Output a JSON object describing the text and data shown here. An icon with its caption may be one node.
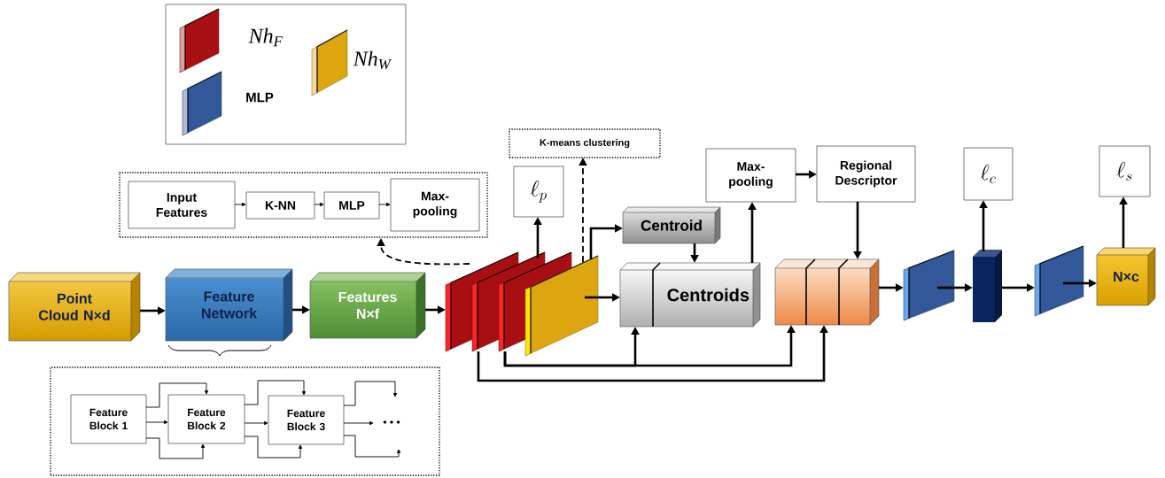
{
  "diagram": {
    "nodes": [
      {
        "text": [
          "Point Cloud N×d"
        ]
      },
      {
        "text": [
          "Feature Network"
        ]
      },
      {
        "text": [
          "Features N×f"
        ]
      },
      {
        "text": [],
        "shape": "box"
      },
      {
        "text": [],
        "shape": "box"
      },
      {
        "text": [],
        "shape": "box"
      },
      {
        "text": [],
        "shape": "box"
      },
      {
        "text": [
          "\\ell_{p}"
        ]
      },
      {
        "text": [
          "K-means clustering"
        ]
      },
      {
        "text": [],
        "shape": "box"
      },
      {
        "text": [
          "Input Features"
        ],
        "in": 9
      },
      {
        "text": [
          "K-NN"
        ],
        "in": 9
      },
      {
        "text": [
          "MLP"
        ],
        "in": 9
      },
      {
        "text": [
          "Max-pooling"
        ],
        "in": 9
      },
      {
        "text": [
          "Centroid"
        ]
      },
      {
        "text": [
          "Centroids"
        ]
      },
      {
        "text": [
          "Max-pooling"
        ]
      },
      {
        "text": [
          "Regional Descriptor"
        ]
      },
      {
        "text": [],
        "shape": "box"
      },
      {
        "text": [],
        "shape": "box"
      },
      {
        "text": [],
        "shape": "bar"
      },
      {
        "text": [
          "\\ell_{c}"
        ]
      },
      {
        "text": [],
        "shape": "box"
      },
      {
        "text": [
          "N×c"
        ]
      },
      {
        "text": [
          "\\ell_{s}"
        ]
      },
      {
        "text": [],
        "shape": "box"
      },
      {
        "text": [
          "Feature Block 1"
        ],
        "in": 25
      },
      {
        "text": [
          "Feature Block 2"
        ],
        "in": 25
      },
      {
        "text": [
          "Feature Block 3"
        ],
        "in": 25
      },
      {
        "text": [
          "• • •"
        ],
        "in": 25
      }
    ],
    "edges": [
      {
        "from": 0,
        "to": 1,
        "arrow": "to"
      },
      {
        "from": 1,
        "to": 2,
        "arrow": "to"
      },
      {
        "from": 2,
        "to": 3,
        "arrow": "to"
      },
      {
        "from": 4,
        "to": 7,
        "arrow": "to"
      },
      {
        "from": 6,
        "to": 8,
        "arrow": "to",
        "style": "dashed"
      },
      {
        "from": 3,
        "to": 9,
        "arrow": "to",
        "style": "dashed"
      },
      {
        "from": 6,
        "to": 14,
        "arrow": "to"
      },
      {
        "from": 6,
        "to": 15,
        "arrow": "to"
      },
      {
        "from": 14,
        "to": 15,
        "arrow": "to"
      },
      {
        "from": 15,
        "to": 16,
        "arrow": "to"
      },
      {
        "from": 16,
        "to": 17,
        "arrow": "to"
      },
      {
        "from": 17,
        "to": 18,
        "arrow": "to"
      },
      {
        "from": 5,
        "to": 15,
        "arrow": "to"
      },
      {
        "from": 5,
        "to": 18,
        "arrow": "to"
      },
      {
        "from": 4,
        "to": 18,
        "arrow": "to"
      },
      {
        "from": 18,
        "to": 19,
        "arrow": "to"
      },
      {
        "from": 19,
        "to": 20,
        "arrow": "to"
      },
      {
        "from": 20,
        "to": 21,
        "arrow": "to"
      },
      {
        "from": 20,
        "to": 22,
        "arrow": "to"
      },
      {
        "from": 22,
        "to": 23,
        "arrow": "to"
      },
      {
        "from": 23,
        "to": 24,
        "arrow": "to"
      },
      {
        "from": 10,
        "to": 11,
        "arrow": "to"
      },
      {
        "from": 11,
        "to": 12,
        "arrow": "to"
      },
      {
        "from": 12,
        "to": 13,
        "arrow": "to"
      },
      {
        "from": 26,
        "to": 27,
        "arrow": "to"
      },
      {
        "from": 26,
        "to": 27,
        "arrow": "to"
      },
      {
        "from": 26,
        "to": 27,
        "arrow": "to"
      },
      {
        "from": 27,
        "to": 28,
        "arrow": "to"
      },
      {
        "from": 27,
        "to": 28,
        "arrow": "to"
      },
      {
        "from": 27,
        "to": 28,
        "arrow": "to"
      },
      {
        "from": 28,
        "to": 29,
        "arrow": "to"
      },
      {
        "from": 28,
        "to": 29,
        "arrow": "to"
      },
      {
        "from": 28,
        "to": 29,
        "arrow": "to"
      }
    ],
    "legend": [
      {
        "text": "Nh$_{F}$",
        "color": "#a80f12"
      },
      {
        "text": "Nh$_{W}$",
        "color": "#dda510"
      },
      {
        "text": "MLP",
        "color": "#33589a"
      }
    ]
  }
}
